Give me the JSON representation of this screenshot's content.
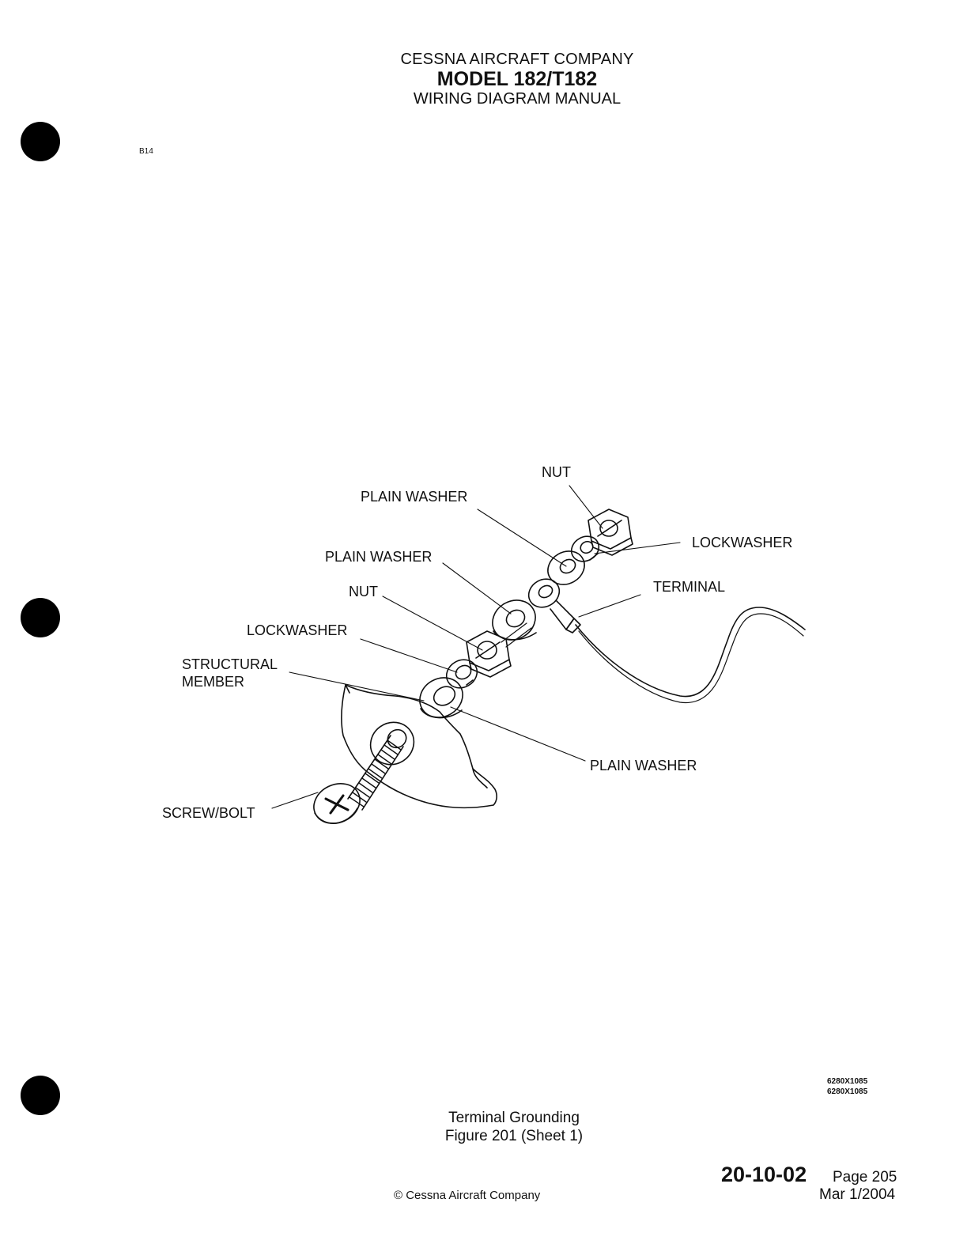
{
  "header": {
    "company": "CESSNA AIRCRAFT COMPANY",
    "model": "MODEL 182/T182",
    "manual": "WIRING DIAGRAM MANUAL"
  },
  "sheet_tag": "B14",
  "diagram": {
    "labels": {
      "nut_top": "NUT",
      "plain_washer_top": "PLAIN WASHER",
      "lockwasher_right": "LOCKWASHER",
      "plain_washer_mid": "PLAIN WASHER",
      "terminal": "TERMINAL",
      "nut_mid": "NUT",
      "lockwasher_left": "LOCKWASHER",
      "structural_member_line1": "STRUCTURAL",
      "structural_member_line2": "MEMBER",
      "plain_washer_bottom": "PLAIN WASHER",
      "screw_bolt": "SCREW/BOLT"
    }
  },
  "drawing_numbers": [
    "6280X1085",
    "6280X1085"
  ],
  "caption": {
    "title": "Terminal Grounding",
    "figure": "Figure 201 (Sheet 1)"
  },
  "footer": {
    "section": "20-10-02",
    "page": "Page 205",
    "date": "Mar 1/2004",
    "copyright": "© Cessna Aircraft Company"
  }
}
